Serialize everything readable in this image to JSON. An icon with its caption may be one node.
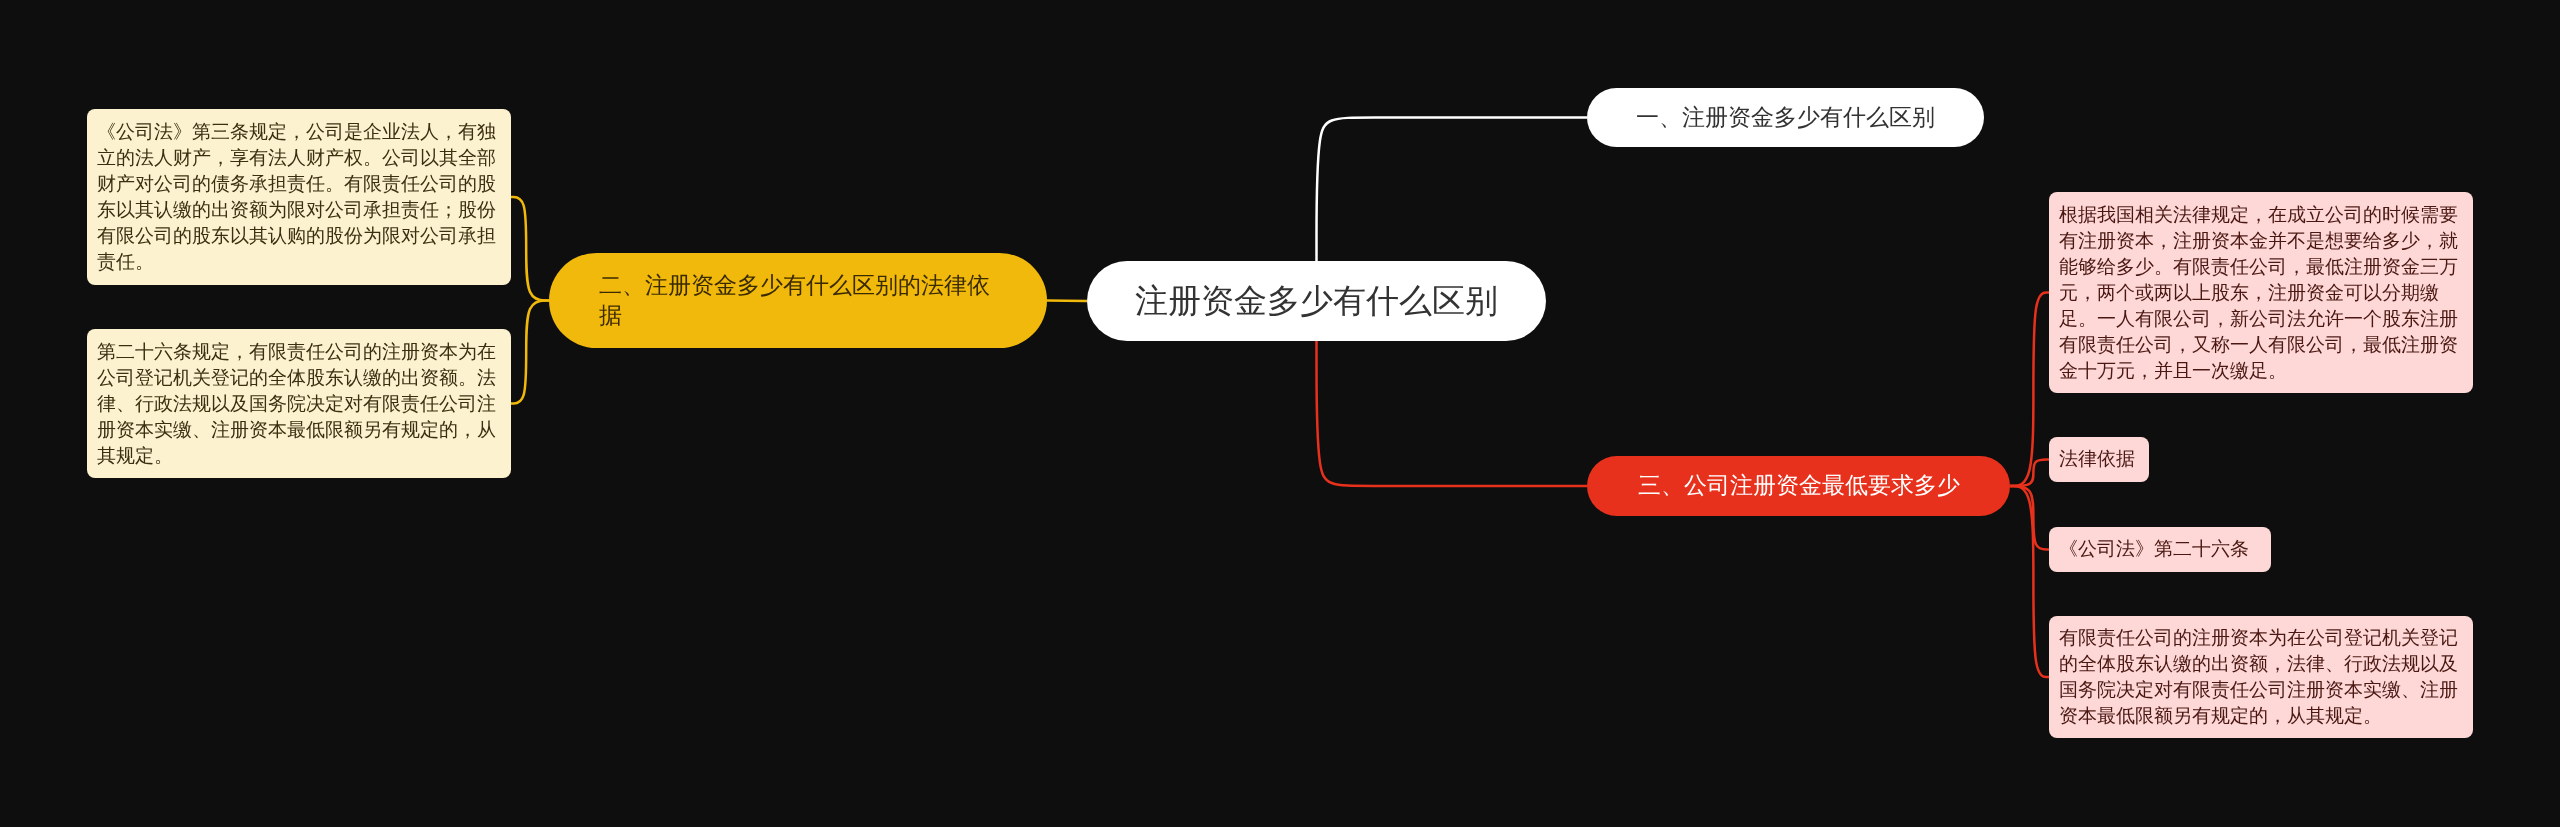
{
  "diagram": {
    "nodes": [
      {
        "text": [
          "注册资金多少有什么区别"
        ]
      },
      {
        "text": [
          "一、注册资金多少有什么区别"
        ]
      },
      {
        "text": [
          "二、注册资金多少有什么区别的法律依据"
        ]
      },
      {
        "text": [
          "《公司法》第三条规定，公司是企业法人，有独立的法人财产，享有法人财产权。公司以其全部财产对公司的债务承担责任。有限责任公司的股东以其认缴的出资额为限对公司承担责任；股份有限公司的股东以其认购的股份为限对公司承担责任。"
        ]
      },
      {
        "text": [
          "第二十六条规定，有限责任公司的注册资本为在公司登记机关登记的全体股东认缴的出资额。法律、行政法规以及国务院决定对有限责任公司注册资本实缴、注册资本最低限额另有规定的，从其规定。"
        ]
      },
      {
        "text": [
          "三、公司注册资金最低要求多少"
        ]
      },
      {
        "text": [
          "根据我国相关法律规定，在成立公司的时候需要有注册资本，注册资本金并不是想要给多少，就能够给多少。有限责任公司，最低注册资金三万元，两个或两以上股东，注册资金可以分期缴足。一人有限公司，新公司法允许一个股东注册有限责任公司，又称一人有限公司，最低注册资金十万元，并且一次缴足。"
        ]
      },
      {
        "text": [
          "法律依据"
        ]
      },
      {
        "text": [
          "《公司法》第二十六条"
        ]
      },
      {
        "text": [
          "有限责任公司的注册资本为在公司登记机关登记的全体股东认缴的出资额，法律、行政法规以及国务院决定对有限责任公司注册资本实缴、注册资本最低限额另有规定的，从其规定。"
        ]
      }
    ],
    "edges": [
      {
        "from": 0,
        "to": 1,
        "arrow": "none",
        "color": "#ffffff"
      },
      {
        "from": 0,
        "to": 2,
        "arrow": "none",
        "color": "#f0b90b"
      },
      {
        "from": 2,
        "to": 3,
        "arrow": "none",
        "color": "#f0b90b"
      },
      {
        "from": 2,
        "to": 4,
        "arrow": "none",
        "color": "#f0b90b"
      },
      {
        "from": 0,
        "to": 5,
        "arrow": "none",
        "color": "#e8311c"
      },
      {
        "from": 5,
        "to": 6,
        "arrow": "none",
        "color": "#e8311c"
      },
      {
        "from": 5,
        "to": 7,
        "arrow": "none",
        "color": "#e8311c"
      },
      {
        "from": 5,
        "to": 8,
        "arrow": "none",
        "color": "#e8311c"
      },
      {
        "from": 5,
        "to": 9,
        "arrow": "none",
        "color": "#e8311c"
      }
    ]
  }
}
